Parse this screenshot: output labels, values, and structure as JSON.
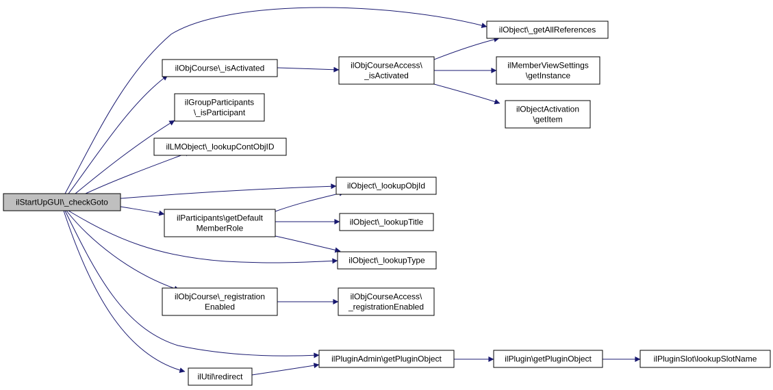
{
  "diagram": {
    "type": "call-graph",
    "colors": {
      "edge": "#191970",
      "root_fill": "#bfbfbf",
      "node_fill": "#ffffff",
      "border": "#000000"
    },
    "nodes": [
      {
        "id": "root",
        "lines": [
          "ilStartUpGUI\\_checkGoto"
        ]
      },
      {
        "id": "getAllReferences",
        "lines": [
          "ilObject\\_getAllReferences"
        ]
      },
      {
        "id": "objCourseIsActivated",
        "lines": [
          "ilObjCourse\\_isActivated"
        ]
      },
      {
        "id": "objCourseAccessIsActivated",
        "lines": [
          "ilObjCourseAccess\\",
          "_isActivated"
        ]
      },
      {
        "id": "memberViewGetInstance",
        "lines": [
          "ilMemberViewSettings",
          "\\getInstance"
        ]
      },
      {
        "id": "objectActivationGetItem",
        "lines": [
          "ilObjectActivation",
          "\\getItem"
        ]
      },
      {
        "id": "groupIsParticipant",
        "lines": [
          "ilGroupParticipants",
          "\\_isParticipant"
        ]
      },
      {
        "id": "lmLookupContObjID",
        "lines": [
          "ilLMObject\\_lookupContObjID"
        ]
      },
      {
        "id": "lookupObjId",
        "lines": [
          "ilObject\\_lookupObjId"
        ]
      },
      {
        "id": "participantsGetDefaultMemberRole",
        "lines": [
          "ilParticipants\\getDefault",
          "MemberRole"
        ]
      },
      {
        "id": "lookupTitle",
        "lines": [
          "ilObject\\_lookupTitle"
        ]
      },
      {
        "id": "lookupType",
        "lines": [
          "ilObject\\_lookupType"
        ]
      },
      {
        "id": "objCourseRegistrationEnabled",
        "lines": [
          "ilObjCourse\\_registration",
          "Enabled"
        ]
      },
      {
        "id": "objCourseAccessRegistrationEnabled",
        "lines": [
          "ilObjCourseAccess\\",
          "_registrationEnabled"
        ]
      },
      {
        "id": "pluginAdminGetPluginObject",
        "lines": [
          "ilPluginAdmin\\getPluginObject"
        ]
      },
      {
        "id": "pluginGetPluginObject",
        "lines": [
          "ilPlugin\\getPluginObject"
        ]
      },
      {
        "id": "pluginSlotLookupSlotName",
        "lines": [
          "ilPluginSlot\\lookupSlotName"
        ]
      },
      {
        "id": "utilRedirect",
        "lines": [
          "ilUtil\\redirect"
        ]
      }
    ],
    "edges": [
      {
        "from": "root",
        "to": "getAllReferences"
      },
      {
        "from": "root",
        "to": "objCourseIsActivated"
      },
      {
        "from": "root",
        "to": "groupIsParticipant"
      },
      {
        "from": "root",
        "to": "lmLookupContObjID"
      },
      {
        "from": "root",
        "to": "lookupObjId"
      },
      {
        "from": "root",
        "to": "participantsGetDefaultMemberRole"
      },
      {
        "from": "root",
        "to": "lookupType"
      },
      {
        "from": "root",
        "to": "objCourseRegistrationEnabled"
      },
      {
        "from": "root",
        "to": "pluginAdminGetPluginObject"
      },
      {
        "from": "root",
        "to": "utilRedirect"
      },
      {
        "from": "objCourseIsActivated",
        "to": "objCourseAccessIsActivated"
      },
      {
        "from": "objCourseAccessIsActivated",
        "to": "getAllReferences"
      },
      {
        "from": "objCourseAccessIsActivated",
        "to": "memberViewGetInstance"
      },
      {
        "from": "objCourseAccessIsActivated",
        "to": "objectActivationGetItem"
      },
      {
        "from": "participantsGetDefaultMemberRole",
        "to": "lookupObjId"
      },
      {
        "from": "participantsGetDefaultMemberRole",
        "to": "lookupTitle"
      },
      {
        "from": "participantsGetDefaultMemberRole",
        "to": "lookupType"
      },
      {
        "from": "objCourseRegistrationEnabled",
        "to": "objCourseAccessRegistrationEnabled"
      },
      {
        "from": "pluginAdminGetPluginObject",
        "to": "pluginGetPluginObject"
      },
      {
        "from": "pluginGetPluginObject",
        "to": "pluginSlotLookupSlotName"
      },
      {
        "from": "utilRedirect",
        "to": "pluginAdminGetPluginObject"
      }
    ]
  }
}
